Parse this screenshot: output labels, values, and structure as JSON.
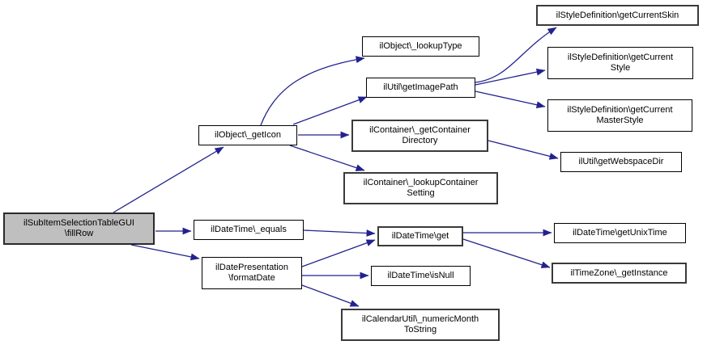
{
  "diagram": {
    "type": "call-graph",
    "colors": {
      "background": "#ffffff",
      "edge": "#22228e",
      "node_border": "#000000",
      "node_fill": "#ffffff",
      "highlight_fill": "#bfbfbf"
    },
    "nodes": [
      {
        "id": "fillRow",
        "label": "ilSubItemSelectionTableGUI\n\\fillRow",
        "highlighted": true
      },
      {
        "id": "getIcon",
        "label": "ilObject\\_getIcon",
        "highlighted": false
      },
      {
        "id": "equals",
        "label": "ilDateTime\\_equals",
        "highlighted": false
      },
      {
        "id": "formatDate",
        "label": "ilDatePresentation\n\\formatDate",
        "highlighted": false
      },
      {
        "id": "lookupType",
        "label": "ilObject\\_lookupType",
        "highlighted": false
      },
      {
        "id": "getImagePath",
        "label": "ilUtil\\getImagePath",
        "highlighted": false
      },
      {
        "id": "getContainerDirectory",
        "label": "ilContainer\\_getContainer\nDirectory",
        "highlighted": false
      },
      {
        "id": "lookupContainerSetting",
        "label": "ilContainer\\_lookupContainer\nSetting",
        "highlighted": false
      },
      {
        "id": "get",
        "label": "ilDateTime\\get",
        "highlighted": false
      },
      {
        "id": "isNull",
        "label": "ilDateTime\\isNull",
        "highlighted": false
      },
      {
        "id": "numericMonthToString",
        "label": "ilCalendarUtil\\_numericMonth\nToString",
        "highlighted": false
      },
      {
        "id": "getCurrentSkin",
        "label": "ilStyleDefinition\\getCurrentSkin",
        "highlighted": false
      },
      {
        "id": "getCurrentStyle",
        "label": "ilStyleDefinition\\getCurrent\nStyle",
        "highlighted": false
      },
      {
        "id": "getCurrentMasterStyle",
        "label": "ilStyleDefinition\\getCurrent\nMasterStyle",
        "highlighted": false
      },
      {
        "id": "getWebspaceDir",
        "label": "ilUtil\\getWebspaceDir",
        "highlighted": false
      },
      {
        "id": "getUnixTime",
        "label": "ilDateTime\\getUnixTime",
        "highlighted": false
      },
      {
        "id": "getInstance",
        "label": "ilTimeZone\\_getInstance",
        "highlighted": false
      }
    ],
    "edges": [
      {
        "from": "fillRow",
        "to": "getIcon"
      },
      {
        "from": "fillRow",
        "to": "equals"
      },
      {
        "from": "fillRow",
        "to": "formatDate"
      },
      {
        "from": "getIcon",
        "to": "lookupType"
      },
      {
        "from": "getIcon",
        "to": "getImagePath"
      },
      {
        "from": "getIcon",
        "to": "getContainerDirectory"
      },
      {
        "from": "getIcon",
        "to": "lookupContainerSetting"
      },
      {
        "from": "getImagePath",
        "to": "getCurrentSkin"
      },
      {
        "from": "getImagePath",
        "to": "getCurrentStyle"
      },
      {
        "from": "getImagePath",
        "to": "getCurrentMasterStyle"
      },
      {
        "from": "getContainerDirectory",
        "to": "getWebspaceDir"
      },
      {
        "from": "equals",
        "to": "get"
      },
      {
        "from": "formatDate",
        "to": "get"
      },
      {
        "from": "formatDate",
        "to": "isNull"
      },
      {
        "from": "formatDate",
        "to": "numericMonthToString"
      },
      {
        "from": "get",
        "to": "getUnixTime"
      },
      {
        "from": "get",
        "to": "getInstance"
      }
    ]
  }
}
